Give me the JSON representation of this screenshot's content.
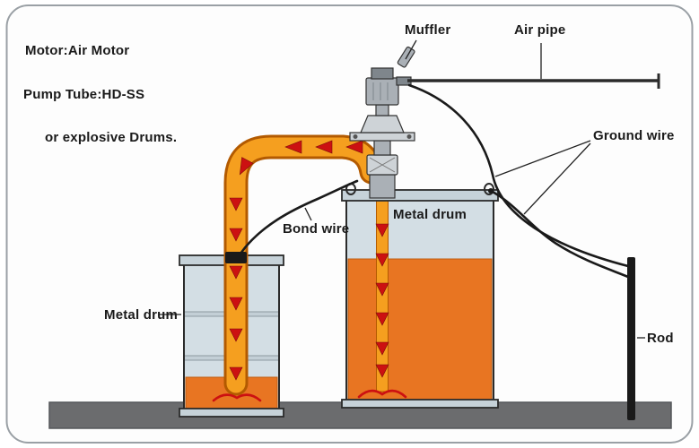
{
  "labels": {
    "motor": "Motor:Air Motor",
    "pump_tube": "Pump Tube:HD-SS",
    "explosive": "or explosive Drums.",
    "muffler": "Muffler",
    "air_pipe": "Air pipe",
    "ground_wire": "Ground wire",
    "bond_wire": "Bond wire",
    "metal_drum_large": "Metal drum",
    "metal_drum_small": "Metal drum",
    "rod": "Rod"
  },
  "colors": {
    "liquid": "#E87522",
    "tube": "#F59F1F",
    "tube_outline": "#B35A00",
    "arrow": "#CC1111",
    "drum_body": "#D3DEE4",
    "drum_rim": "#C6D2D9",
    "floor": "#6B6C6E",
    "wire": "#1A1A1A",
    "metal": "#AAB0B6"
  }
}
